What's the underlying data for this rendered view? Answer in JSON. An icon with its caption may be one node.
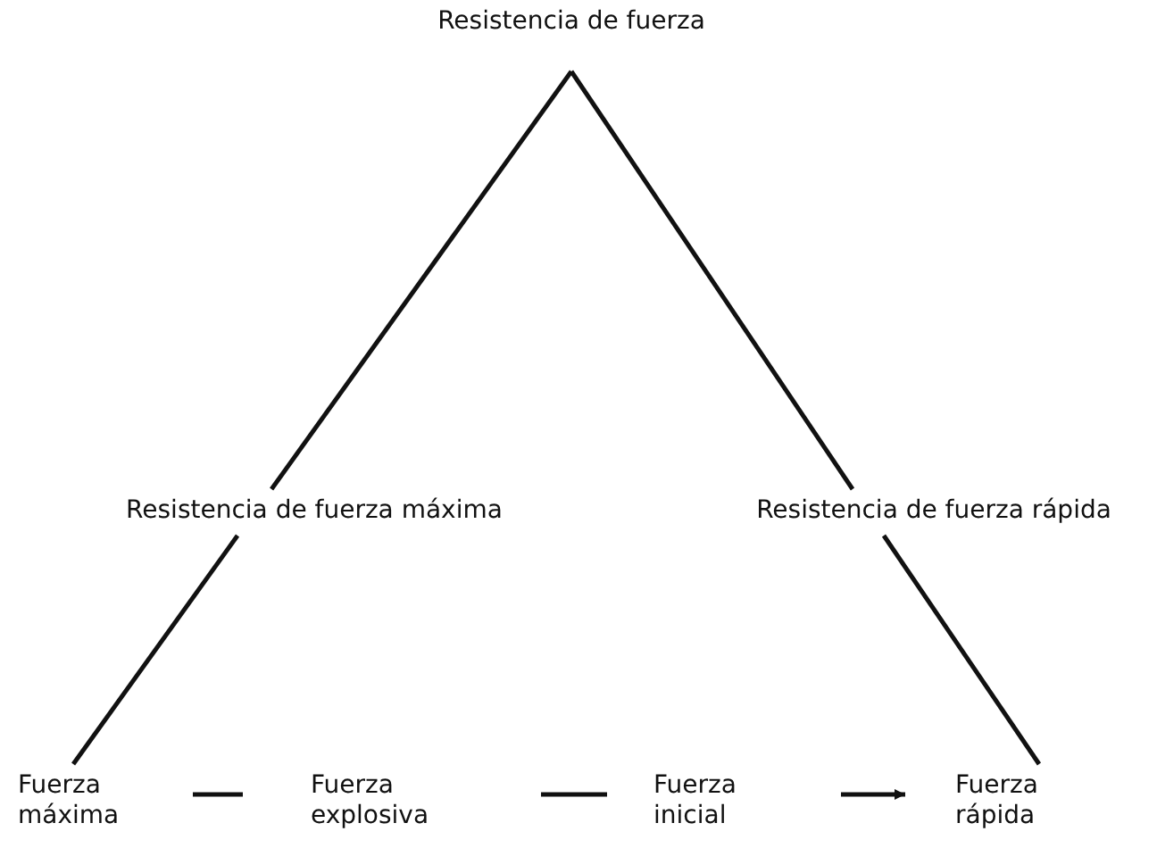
{
  "diagram": {
    "nodes": [
      {
        "text": [
          "Resistencia de fuerza"
        ]
      },
      {
        "text": [
          "Resistencia de fuerza máxima"
        ]
      },
      {
        "text": [
          "Resistencia de fuerza rápida"
        ]
      },
      {
        "text": [
          "Fuerza máxima"
        ]
      },
      {
        "text": [
          "Fuerza explosiva"
        ]
      },
      {
        "text": [
          "Fuerza inicial"
        ]
      },
      {
        "text": [
          "Fuerza rápida"
        ]
      }
    ],
    "edges": [
      {
        "from": 0,
        "to": 1,
        "arrow": "none"
      },
      {
        "from": 1,
        "to": 3,
        "arrow": "none"
      },
      {
        "from": 0,
        "to": 2,
        "arrow": "none"
      },
      {
        "from": 2,
        "to": 6,
        "arrow": "none"
      },
      {
        "from": 3,
        "to": 4,
        "arrow": "none"
      },
      {
        "from": 4,
        "to": 5,
        "arrow": "none"
      },
      {
        "from": 5,
        "to": 6,
        "arrow": "to"
      }
    ]
  }
}
